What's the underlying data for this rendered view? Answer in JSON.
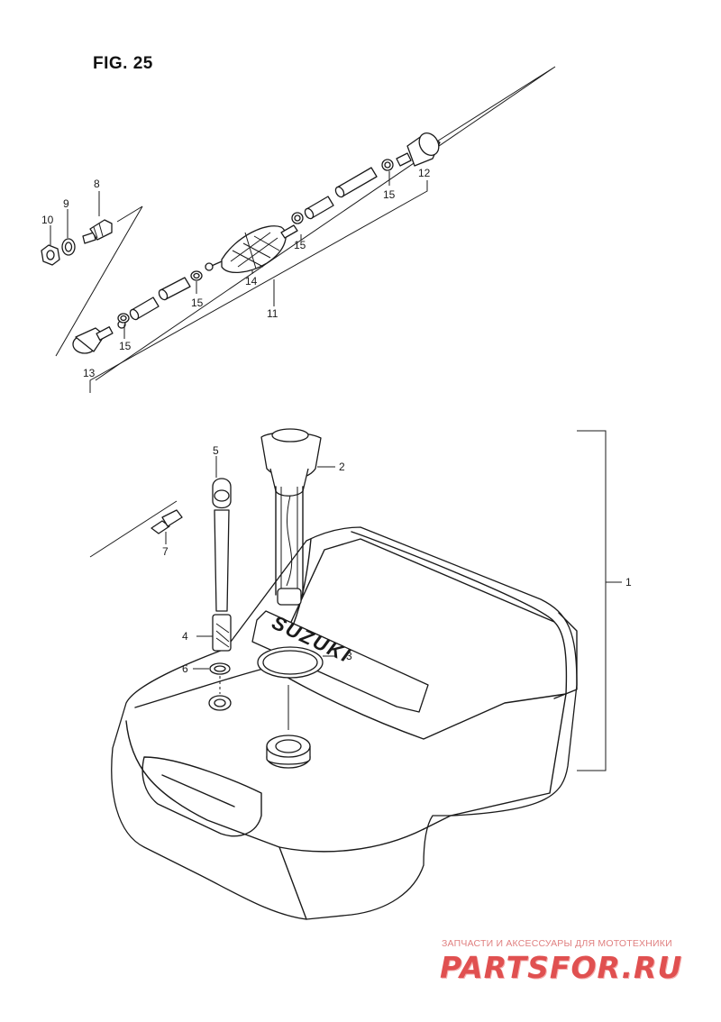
{
  "figure": {
    "title": "FIG. 25"
  },
  "callouts": {
    "p1": "1",
    "p2": "2",
    "p3": "3",
    "p4": "4",
    "p5": "5",
    "p6": "6",
    "p7": "7",
    "p8": "8",
    "p9": "9",
    "p10": "10",
    "p11": "11",
    "p12": "12",
    "p13": "13",
    "p14": "14",
    "p15a": "15",
    "p15b": "15",
    "p15c": "15",
    "p15d": "15"
  },
  "tank_logo": "SUZUKI",
  "watermark": {
    "tagline": "ЗАПЧАСТИ И АКСЕССУАРЫ ДЛЯ МОТОТЕХНИКИ",
    "brand": "PARTSFOR.RU"
  },
  "colors": {
    "line": "#1a1a1a",
    "watermark": "#e05050",
    "background": "#ffffff"
  }
}
